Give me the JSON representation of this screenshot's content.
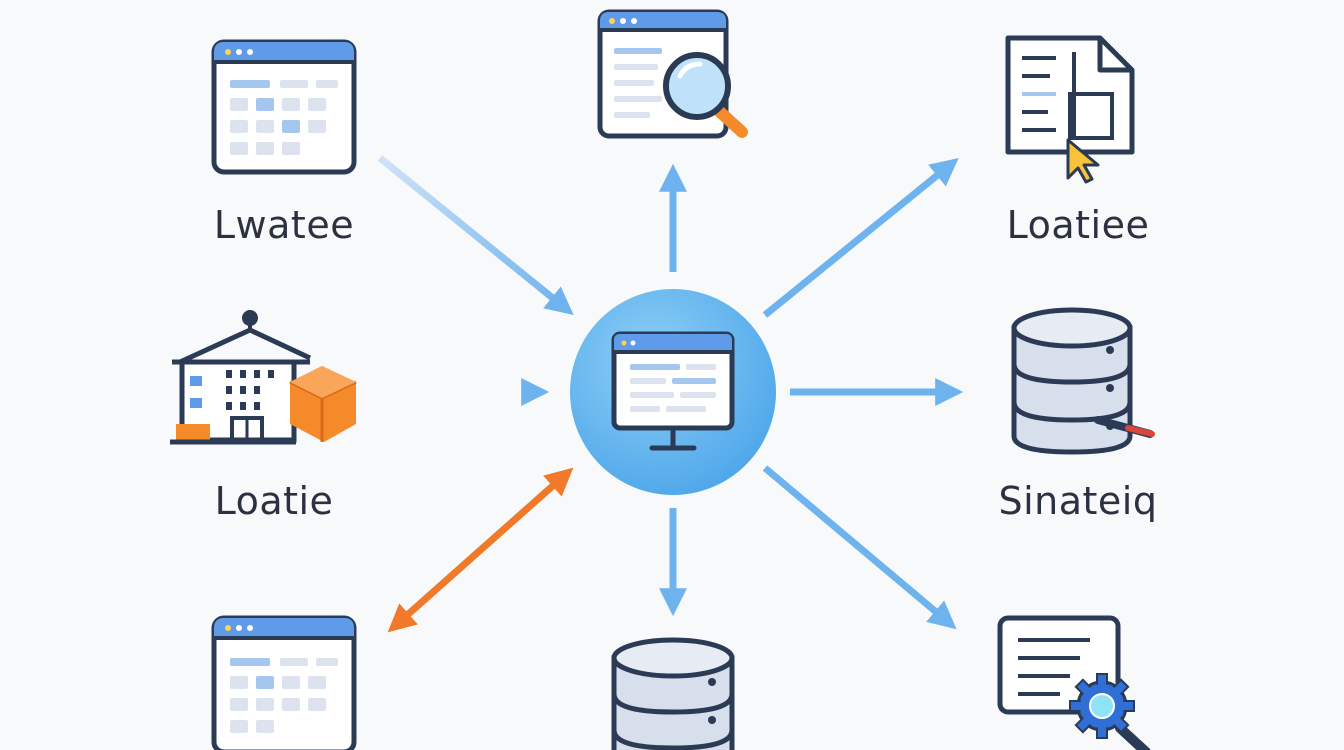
{
  "nodes": [
    {
      "id": "top-left",
      "icon": "calendar-window-icon",
      "label": "Lwatee"
    },
    {
      "id": "top-center",
      "icon": "magnifier-window-icon",
      "label": ""
    },
    {
      "id": "top-right",
      "icon": "document-cursor-icon",
      "label": "Loatiee"
    },
    {
      "id": "middle-left",
      "icon": "building-box-icon",
      "label": "Loatie"
    },
    {
      "id": "hub",
      "icon": "monitor-icon",
      "label": ""
    },
    {
      "id": "middle-right",
      "icon": "database-icon",
      "label": "Sinateiq"
    },
    {
      "id": "bottom-left",
      "icon": "calendar-window-icon",
      "label": ""
    },
    {
      "id": "bottom-center",
      "icon": "database-icon",
      "label": ""
    },
    {
      "id": "bottom-right",
      "icon": "document-gear-icon",
      "label": ""
    }
  ],
  "colors": {
    "outline": "#2b3a55",
    "window_bar": "#5f9be8",
    "blue_arrow": "#6fb3ee",
    "orange_arrow": "#f07a2a",
    "hub_blue": "#5aaeea",
    "cell_light": "#dde3ee",
    "cell_blue": "#a5c6ef",
    "orange": "#f58a2b",
    "background": "#f8f9fb"
  }
}
